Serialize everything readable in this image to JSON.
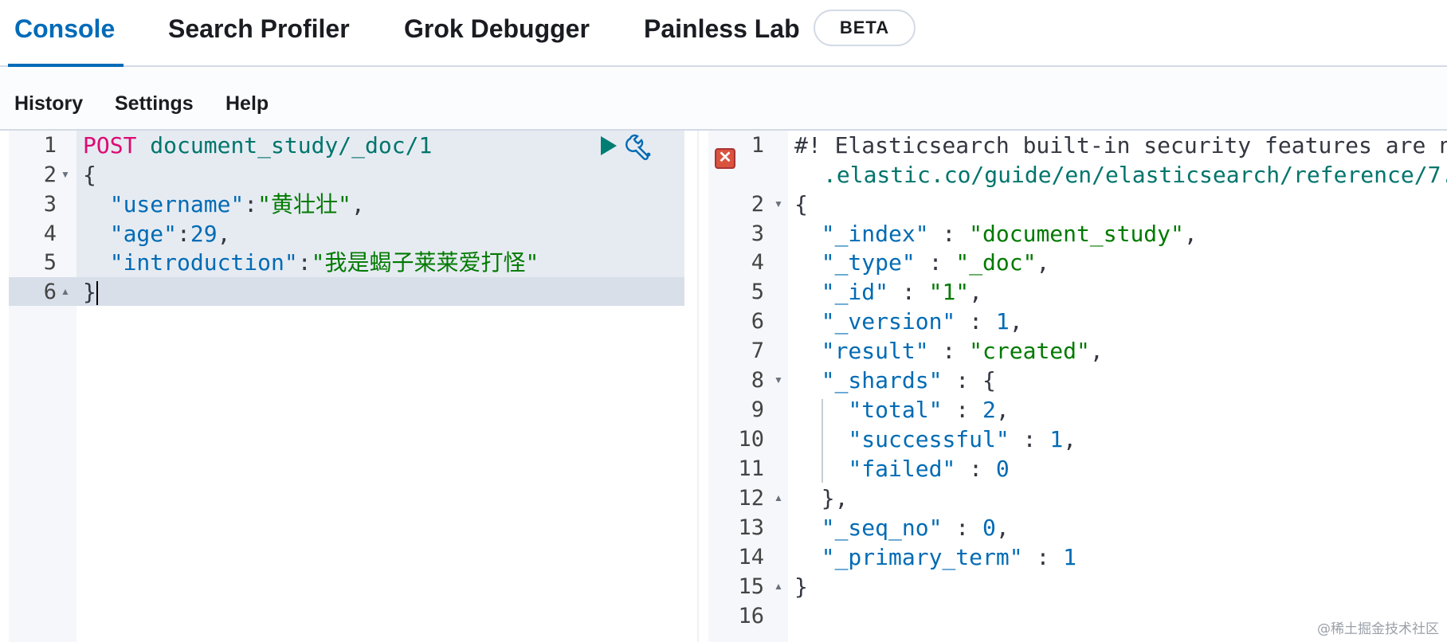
{
  "tabs": [
    {
      "label": "Console",
      "active": true
    },
    {
      "label": "Search Profiler",
      "active": false
    },
    {
      "label": "Grok Debugger",
      "active": false
    },
    {
      "label": "Painless Lab",
      "active": false
    }
  ],
  "beta_badge": "BETA",
  "menu": [
    {
      "label": "History"
    },
    {
      "label": "Settings"
    },
    {
      "label": "Help"
    }
  ],
  "request_editor": {
    "line_numbers": [
      "1",
      "2",
      "3",
      "4",
      "5",
      "6"
    ],
    "method": "POST",
    "url": "document_study/_doc/1",
    "lines": {
      "open": "{",
      "k1": "\"username\"",
      "v1": "\"黄壮壮\"",
      "k2": "\"age\"",
      "v2": "29",
      "k3": "\"introduction\"",
      "v3": "\"我是蝎子莱莱爱打怪\"",
      "close": "}"
    }
  },
  "response_editor": {
    "line_numbers": [
      "1",
      "2",
      "3",
      "4",
      "5",
      "6",
      "7",
      "8",
      "9",
      "10",
      "11",
      "12",
      "13",
      "14",
      "15",
      "16"
    ],
    "warning_line1": "#! Elasticsearch built-in security features are n",
    "warning_line2": ".elastic.co/guide/en/elasticsearch/reference/7.",
    "index_key": "\"_index\"",
    "index_val": "\"document_study\"",
    "type_key": "\"_type\"",
    "type_val": "\"_doc\"",
    "id_key": "\"_id\"",
    "id_val": "\"1\"",
    "version_key": "\"_version\"",
    "version_val": "1",
    "result_key": "\"result\"",
    "result_val": "\"created\"",
    "shards_key": "\"_shards\"",
    "total_key": "\"total\"",
    "total_val": "2",
    "successful_key": "\"successful\"",
    "successful_val": "1",
    "failed_key": "\"failed\"",
    "failed_val": "0",
    "seq_no_key": "\"_seq_no\"",
    "seq_no_val": "0",
    "primary_term_key": "\"_primary_term\"",
    "primary_term_val": "1",
    "open": "{",
    "close": "}",
    "shards_close": "},"
  },
  "watermark": "@稀土掘金技术社区",
  "colors": {
    "accent": "#006bb8",
    "string": "#007a00",
    "key": "#006bb4",
    "method": "#dd0a73",
    "url": "#00756c"
  }
}
